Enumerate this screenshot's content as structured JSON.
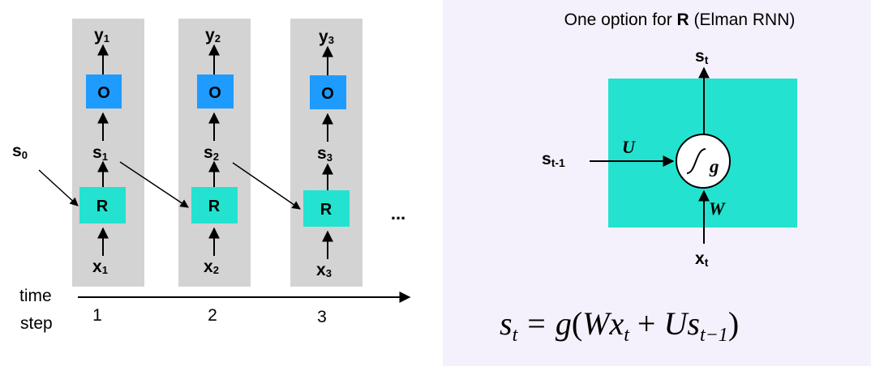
{
  "unrolled": {
    "initial_state": "s",
    "initial_state_sub": "0",
    "time_axis_label_line1": "time",
    "time_axis_label_line2": "step",
    "ellipsis": "...",
    "steps": [
      {
        "tick": "1",
        "output": "y",
        "output_sub": "1",
        "state": "s",
        "state_sub": "1",
        "input": "x",
        "input_sub": "1",
        "output_block": "O",
        "recurrent_block": "R"
      },
      {
        "tick": "2",
        "output": "y",
        "output_sub": "2",
        "state": "s",
        "state_sub": "2",
        "input": "x",
        "input_sub": "2",
        "output_block": "O",
        "recurrent_block": "R"
      },
      {
        "tick": "3",
        "output": "y",
        "output_sub": "3",
        "state": "s",
        "state_sub": "3",
        "input": "x",
        "input_sub": "3",
        "output_block": "O",
        "recurrent_block": "R"
      }
    ]
  },
  "elman": {
    "title_prefix": "One option for ",
    "title_bold": "R",
    "title_suffix": " (Elman RNN)",
    "out_label": "s",
    "out_sub": "t",
    "prev_label": "s",
    "prev_sub": "t-1",
    "in_label": "x",
    "in_sub": "t",
    "U_label": "U",
    "W_label": "W",
    "g_label": "g",
    "equation": "s_t = g(W x_t + U s_{t−1})",
    "eq_s": "s",
    "eq_t1": "t",
    "eq_equals": "=",
    "eq_g": "g",
    "eq_open": "(",
    "eq_W": "W",
    "eq_x": "x",
    "eq_t2": "t",
    "eq_plus": "+",
    "eq_U": "U",
    "eq_s2": "s",
    "eq_sub3": "t−1",
    "eq_close": ")"
  },
  "colors": {
    "column_bg": "#d3d3d3",
    "output_block": "#1e9bff",
    "recurrent_block": "#23e2cf",
    "right_panel_bg": "#f5f1fc",
    "ink": "#000000"
  }
}
